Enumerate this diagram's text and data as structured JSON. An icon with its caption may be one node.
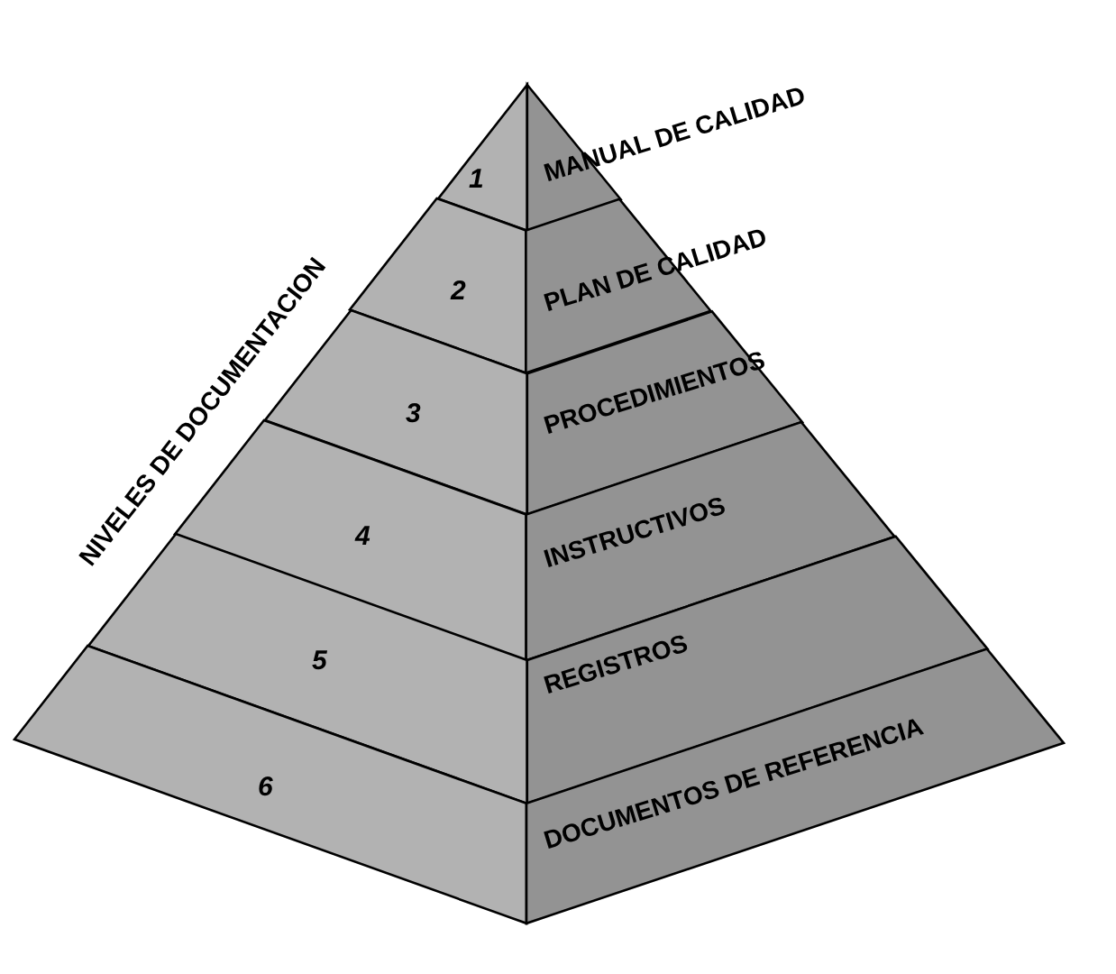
{
  "diagram": {
    "nodes": [
      {
        "text": [
          "1",
          "MANUAL DE CALIDAD"
        ]
      },
      {
        "text": [
          "2",
          "PLAN DE CALIDAD"
        ]
      },
      {
        "text": [
          "3",
          "PROCEDIMIENTOS"
        ]
      },
      {
        "text": [
          "4",
          "INSTRUCTIVOS"
        ]
      },
      {
        "text": [
          "5",
          "REGISTROS"
        ]
      },
      {
        "text": [
          "6",
          "DOCUMENTOS DE REFERENCIA"
        ]
      }
    ],
    "edges": [],
    "labels": [
      "NIVELES DE DOCUMENTACION"
    ]
  }
}
